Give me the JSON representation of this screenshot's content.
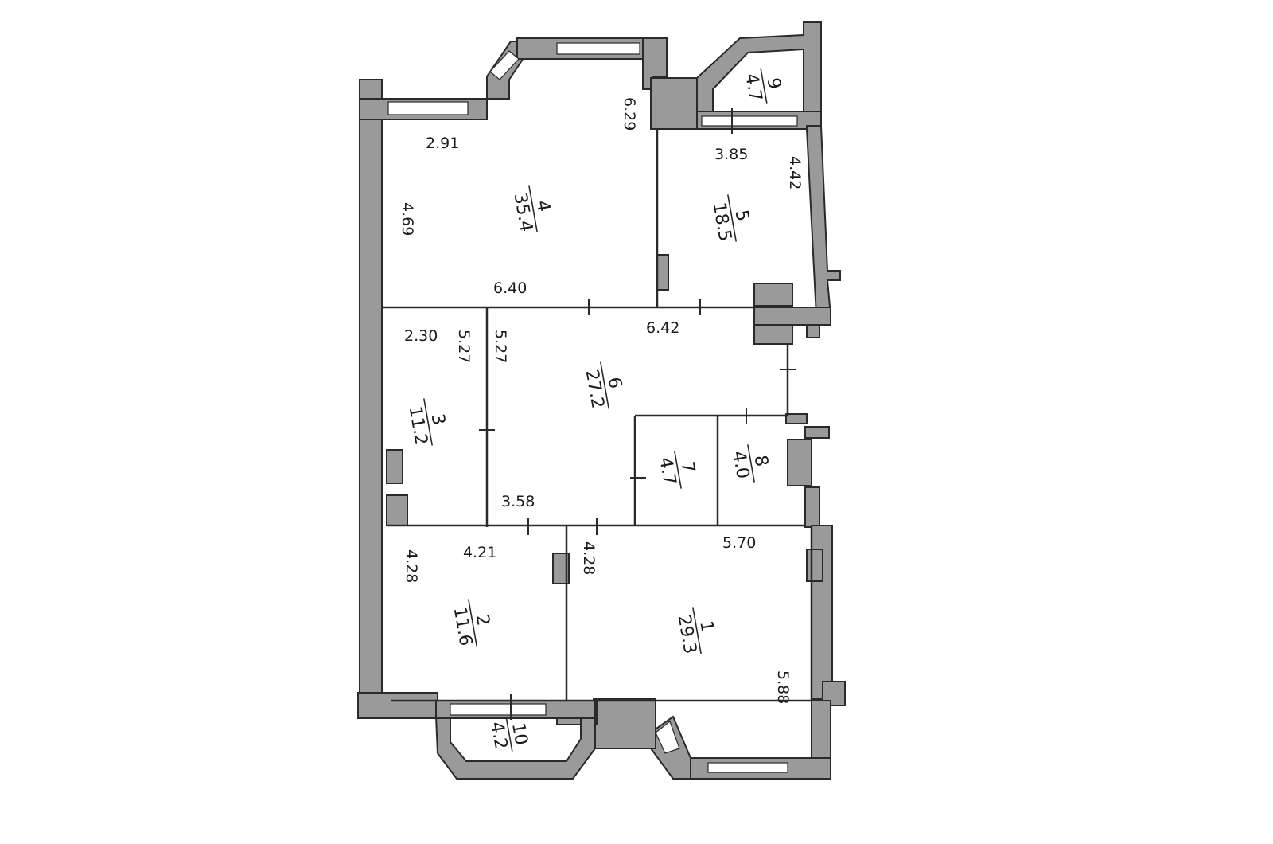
{
  "rooms": [
    {
      "number": "1",
      "area": "29.3"
    },
    {
      "number": "2",
      "area": "11.6"
    },
    {
      "number": "3",
      "area": "11.2"
    },
    {
      "number": "4",
      "area": "35.4"
    },
    {
      "number": "5",
      "area": "18.5"
    },
    {
      "number": "6",
      "area": "27.2"
    },
    {
      "number": "7",
      "area": "4.7"
    },
    {
      "number": "8",
      "area": "4.0"
    },
    {
      "number": "9",
      "area": "4.7"
    },
    {
      "number": "10",
      "area": "4.2"
    }
  ],
  "dimensions": {
    "r4_top": "2.91",
    "r4_right": "6.29",
    "r4_left": "4.69",
    "r4_bottom": "6.40",
    "r5_top": "3.85",
    "r5_right": "4.42",
    "r3_top": "2.30",
    "r3_right": "5.27",
    "r6_left": "5.27",
    "r6_top": "6.42",
    "r6_bottom": "3.58",
    "r2_left": "4.28",
    "r2_top": "4.21",
    "r1_left": "4.28",
    "r1_top": "5.70",
    "r1_right": "5.88"
  }
}
